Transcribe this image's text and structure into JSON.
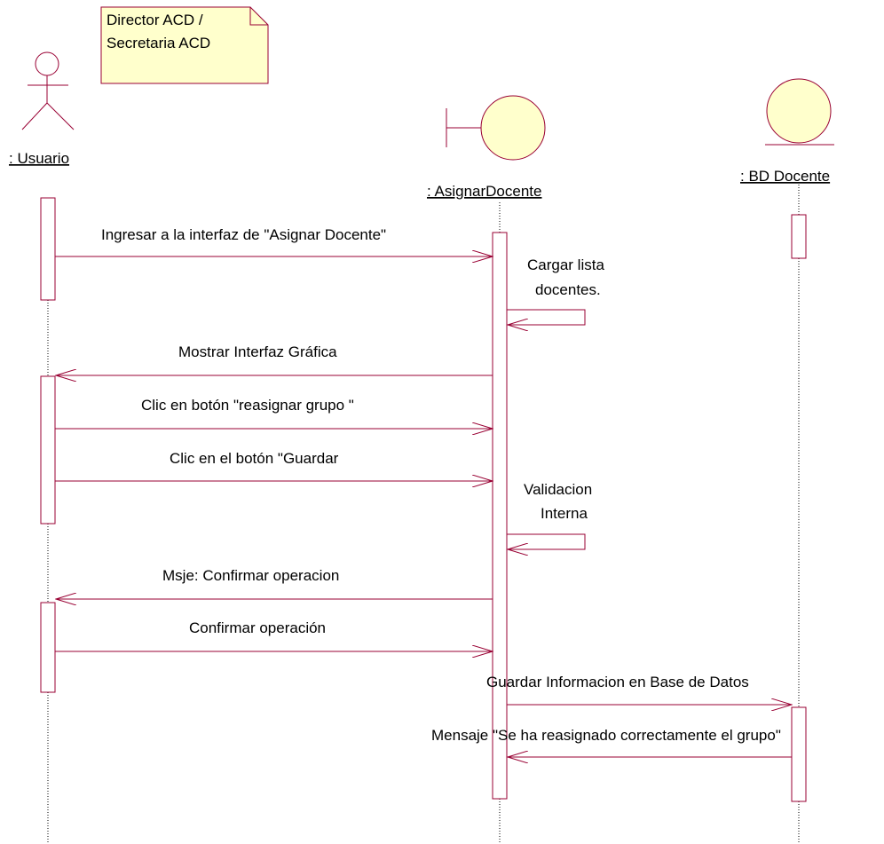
{
  "diagram": {
    "note": {
      "lines": [
        "Director ACD /",
        "Secretaria ACD"
      ]
    },
    "participants": {
      "usuario": ": Usuario",
      "asignar": ": AsignarDocente",
      "bd": ": BD Docente"
    },
    "messages": {
      "m1": "Ingresar a la interfaz de \"Asignar Docente\"",
      "m2_line1": "Cargar lista",
      "m2_line2": "docentes.",
      "m3": "Mostrar Interfaz Gráfica",
      "m4": "Clic en botón \"reasignar grupo \"",
      "m5": "Clic en el botón \"Guardar",
      "m6_line1": "Validacion",
      "m6_line2": "Interna",
      "m7": "Msje: Confirmar operacion",
      "m8": "Confirmar operación",
      "m9": "Guardar Informacion en Base de Datos",
      "m10": "Mensaje \"Se ha reasignado correctamente el grupo\""
    },
    "colors": {
      "note_fill": "#ffffcc",
      "shape_stroke": "#990033",
      "line_stroke": "#990033",
      "lifeline": "#000000"
    },
    "icons": [
      "actor-icon",
      "boundary-icon",
      "entity-icon"
    ]
  }
}
